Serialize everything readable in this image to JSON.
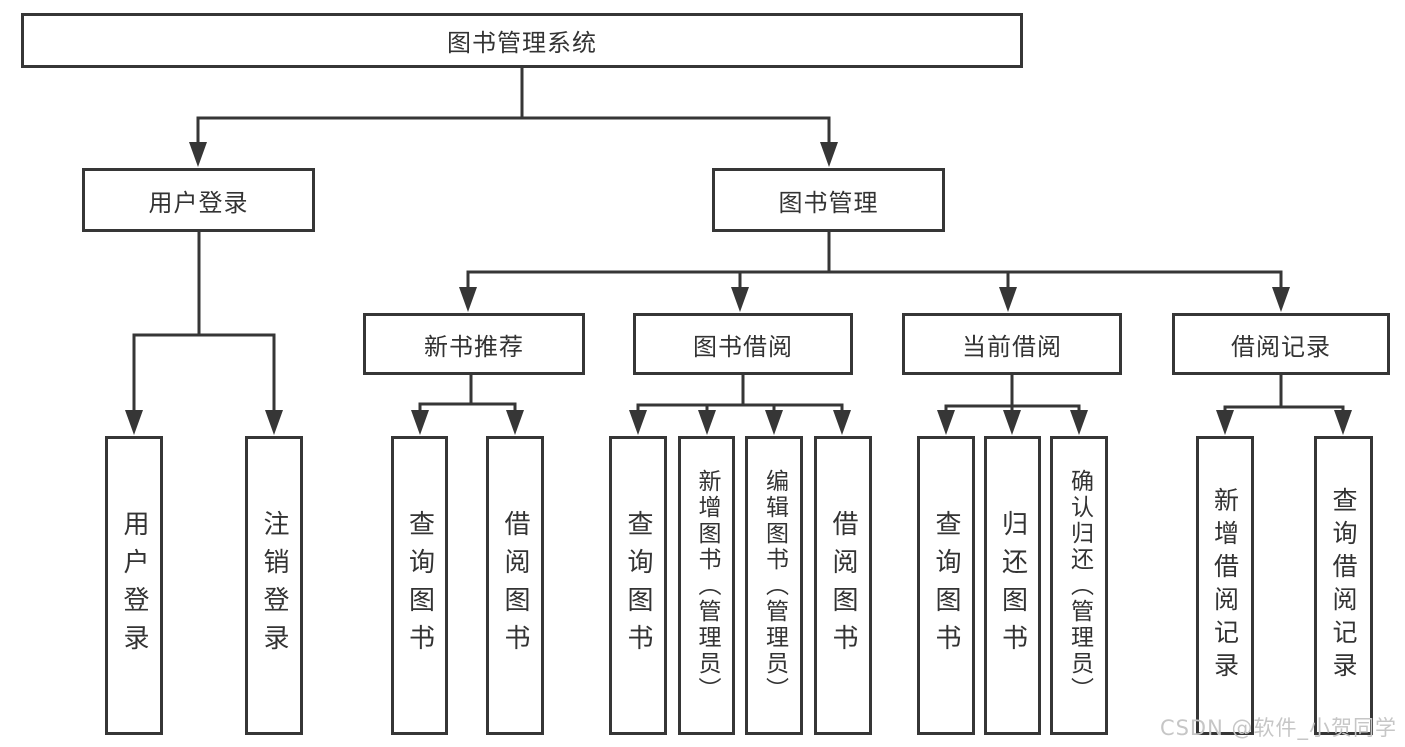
{
  "colors": {
    "line": "#363636",
    "text": "#333333",
    "background": "#ffffff",
    "watermark": "#c6c6c6"
  },
  "watermark": {
    "text": "CSDN @软件_小贺同学"
  },
  "tree": {
    "root": {
      "label": "图书管理系统"
    },
    "user_login": {
      "label": "用户登录",
      "children": {
        "login": {
          "label": "用户登录"
        },
        "logout": {
          "label": "注销登录"
        }
      }
    },
    "book_management": {
      "label": "图书管理",
      "children": {
        "new_book_recommend": {
          "label": "新书推荐",
          "children": {
            "query_book": {
              "label": "查询图书"
            },
            "borrow_book": {
              "label": "借阅图书"
            }
          }
        },
        "book_borrow": {
          "label": "图书借阅",
          "children": {
            "query_book": {
              "label": "查询图书"
            },
            "add_book": {
              "label": "新增图书（管理员）"
            },
            "edit_book": {
              "label": "编辑图书（管理员）"
            },
            "borrow_book": {
              "label": "借阅图书"
            }
          }
        },
        "current_borrow": {
          "label": "当前借阅",
          "children": {
            "query_book": {
              "label": "查询图书"
            },
            "return_book": {
              "label": "归还图书"
            },
            "confirm_return": {
              "label": "确认归还（管理员）"
            }
          }
        },
        "borrow_record": {
          "label": "借阅记录",
          "children": {
            "add_record": {
              "label": "新增借阅记录"
            },
            "query_record": {
              "label": "查询借阅记录"
            }
          }
        }
      }
    }
  }
}
